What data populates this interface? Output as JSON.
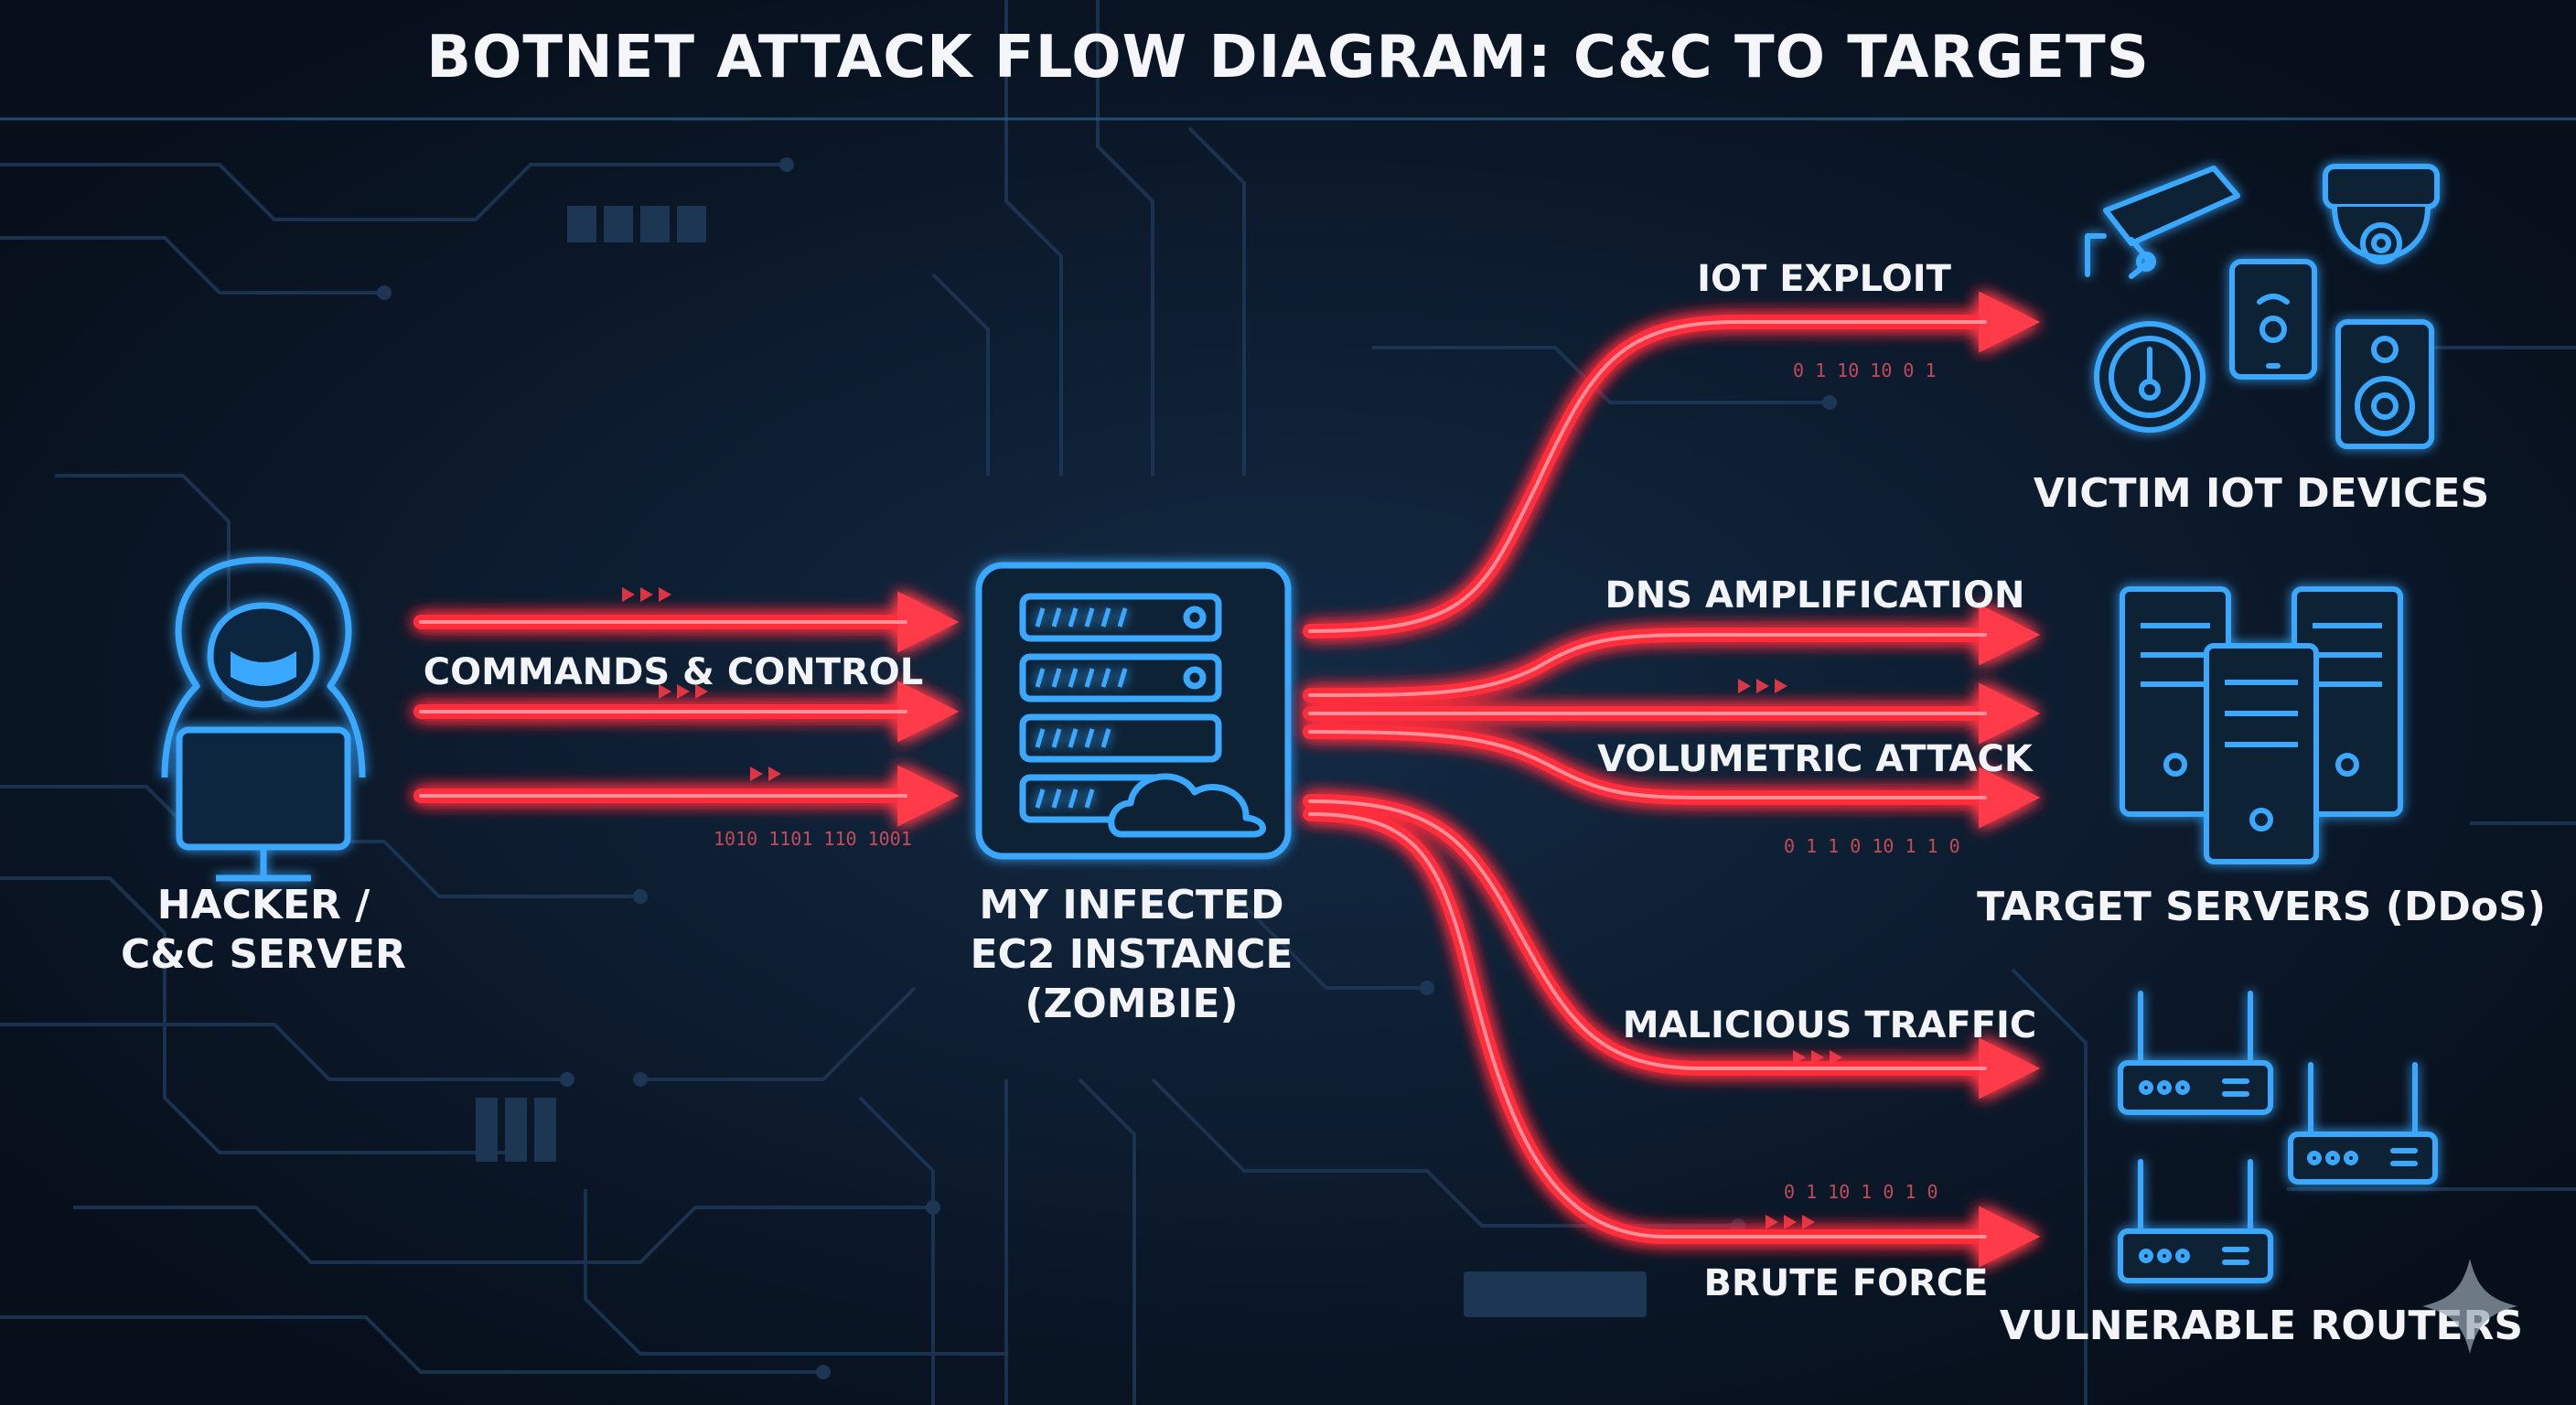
{
  "title": "BOTNET ATTACK FLOW DIAGRAM: C&C TO TARGETS",
  "colors": {
    "background": "#0a1524",
    "circuit": "#1e3a58",
    "icon_blue": "#3aa8ff",
    "arrow_red": "#ff2d3d",
    "arrow_core": "#ff7a84",
    "text": "#f2f4f8"
  },
  "nodes": {
    "hacker": {
      "label_line1": "HACKER /",
      "label_line2": "C&C SERVER",
      "icon": "hooded-hacker-icon"
    },
    "zombie": {
      "label_line1": "MY INFECTED",
      "label_line2": "EC2 INSTANCE",
      "label_line3": "(ZOMBIE)",
      "icon": "server-cloud-icon"
    },
    "iot": {
      "label": "VICTIM IOT DEVICES",
      "icon": "iot-devices-icon"
    },
    "servers": {
      "label": "TARGET SERVERS (DDoS)",
      "icon": "server-tower-icon"
    },
    "routers": {
      "label": "VULNERABLE ROUTERS",
      "icon": "wifi-router-icon"
    }
  },
  "edges": {
    "commands": {
      "label": "COMMANDS & CONTROL",
      "from": "hacker",
      "to": "zombie"
    },
    "iot_exploit": {
      "label": "IOT EXPLOIT",
      "from": "zombie",
      "to": "iot"
    },
    "dns_amp": {
      "label": "DNS AMPLIFICATION",
      "from": "zombie",
      "to": "servers"
    },
    "volumetric": {
      "label": "VOLUMETRIC ATTACK",
      "from": "zombie",
      "to": "servers"
    },
    "malicious": {
      "label": "MALICIOUS TRAFFIC",
      "from": "zombie",
      "to": "routers"
    },
    "brute_force": {
      "label": "BRUTE FORCE",
      "from": "zombie",
      "to": "routers"
    }
  },
  "decor": {
    "bits_a": "1010 1101 110 1001",
    "bits_b": "0 1 10 10 0 1",
    "bits_c": "0 1 1 0 10 1 1 0",
    "bits_d": "0 1 10 1 0 1 0"
  }
}
